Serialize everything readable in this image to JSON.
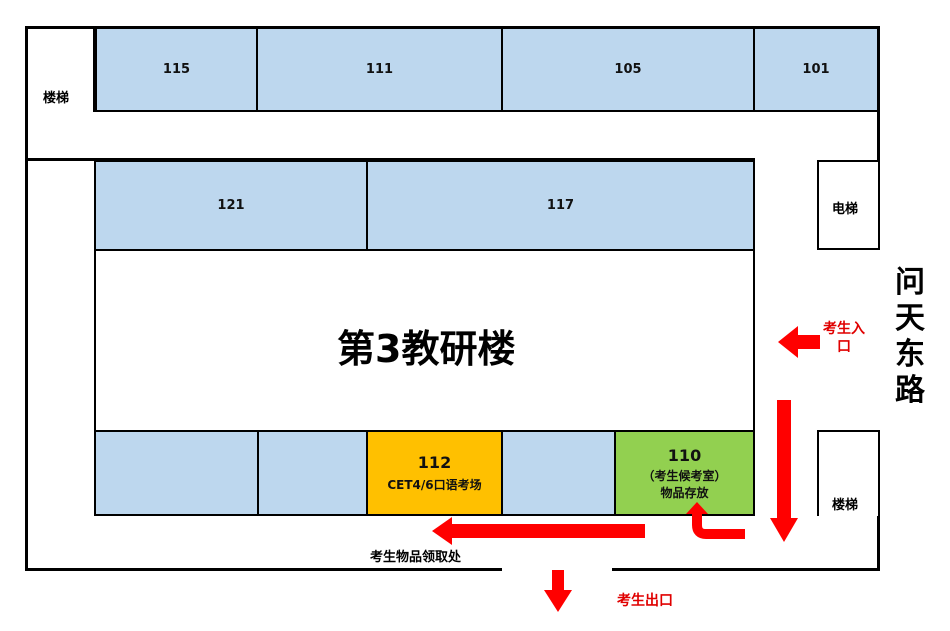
{
  "rooms_top": [
    "115",
    "111",
    "105",
    "101"
  ],
  "rooms_middle": [
    "121",
    "117"
  ],
  "stairs_top": "楼梯",
  "stairs_bottom": "楼梯",
  "elevator": "电梯",
  "building_title": "第3教研楼",
  "room_112": {
    "number": "112",
    "label": "CET4/6口语考场",
    "color": "#ffc000"
  },
  "room_110": {
    "number": "110",
    "label_line1": "（考生候考室）",
    "label_line2": "物品存放",
    "color": "#92d050"
  },
  "pickup_label": "考生物品领取处",
  "entrance_label_line1": "考生入",
  "entrance_label_line2": "口",
  "exit_label": "考生出口",
  "road_name": [
    "问",
    "天",
    "东",
    "路"
  ],
  "colors": {
    "room_blue": "#bdd7ee",
    "arrow_red": "#ff0000",
    "text_red": "#e00000"
  }
}
